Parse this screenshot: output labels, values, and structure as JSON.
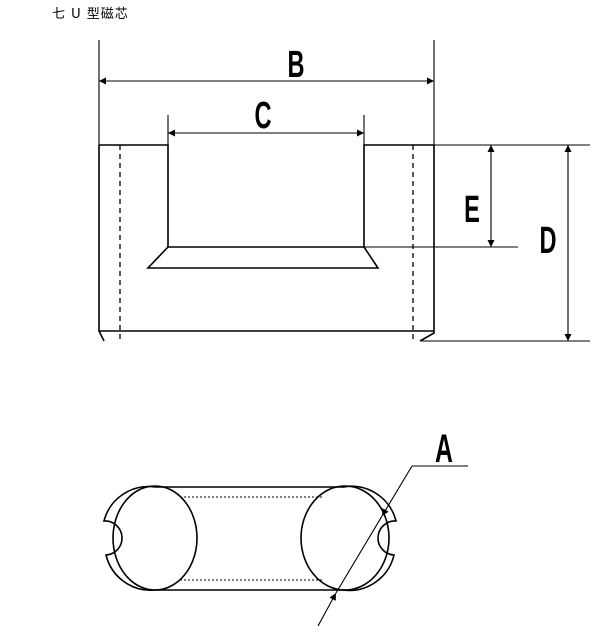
{
  "title": "七 U 型磁芯",
  "labels": {
    "A": "A",
    "B": "B",
    "C": "C",
    "D": "D",
    "E": "E"
  }
}
